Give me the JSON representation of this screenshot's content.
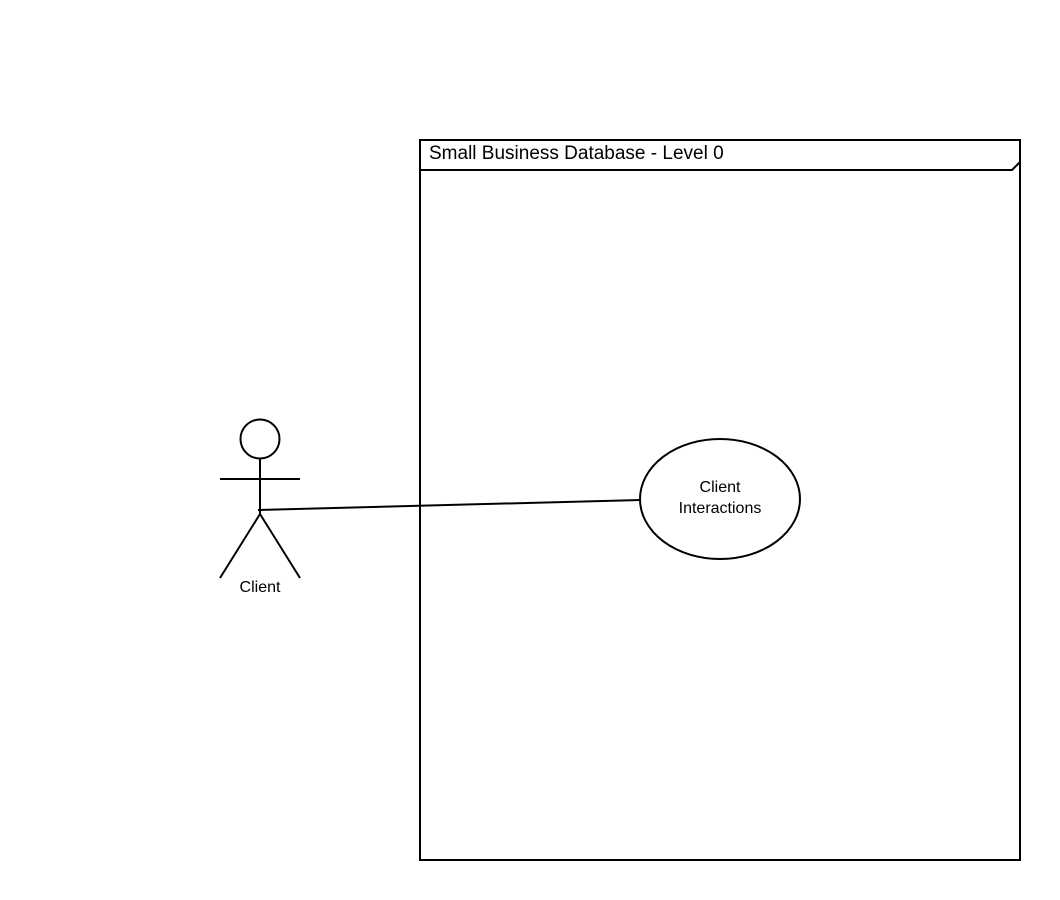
{
  "diagram": {
    "frame_title": "Small Business Database - Level 0",
    "actor": {
      "label": "Client"
    },
    "use_case": {
      "line1": "Client",
      "line2": "Interactions"
    }
  },
  "colors": {
    "stroke": "#000000",
    "background": "#ffffff"
  }
}
